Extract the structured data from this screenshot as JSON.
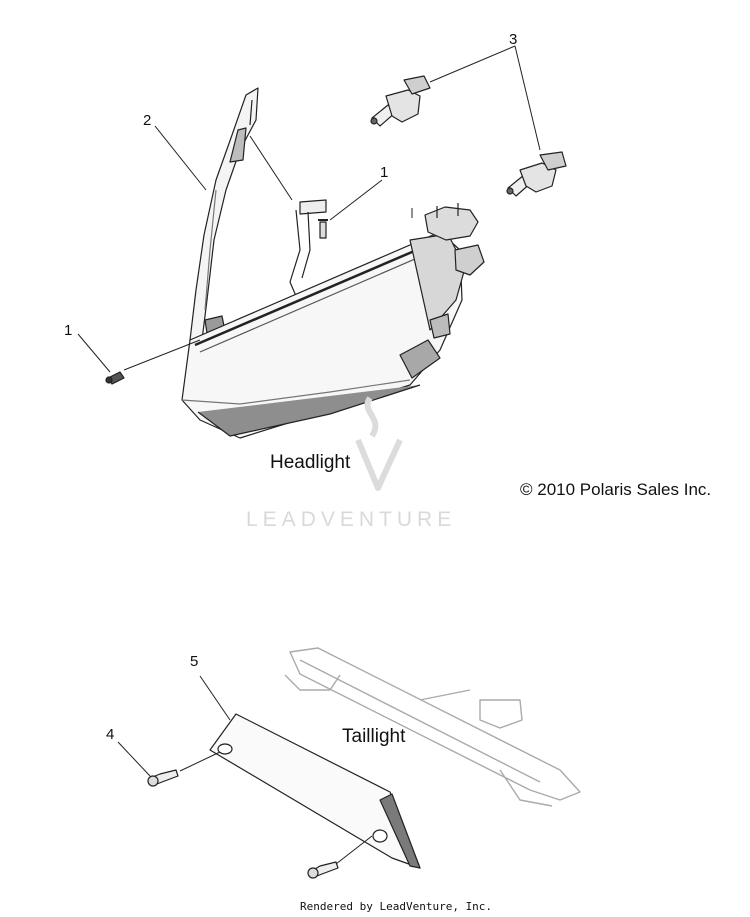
{
  "labels": {
    "headlight": "Headlight",
    "taillight": "Taillight"
  },
  "callouts": [
    "1",
    "2",
    "3",
    "1",
    "5",
    "4"
  ],
  "copyright": "© 2010 Polaris Sales Inc.",
  "watermark": "LEADVENTURE",
  "footer": "Rendered by LeadVenture, Inc.",
  "colors": {
    "line": "#222222",
    "shade": "#9a9a9a",
    "light": "#c8c8c8",
    "watermark": "#d9d9d9"
  }
}
